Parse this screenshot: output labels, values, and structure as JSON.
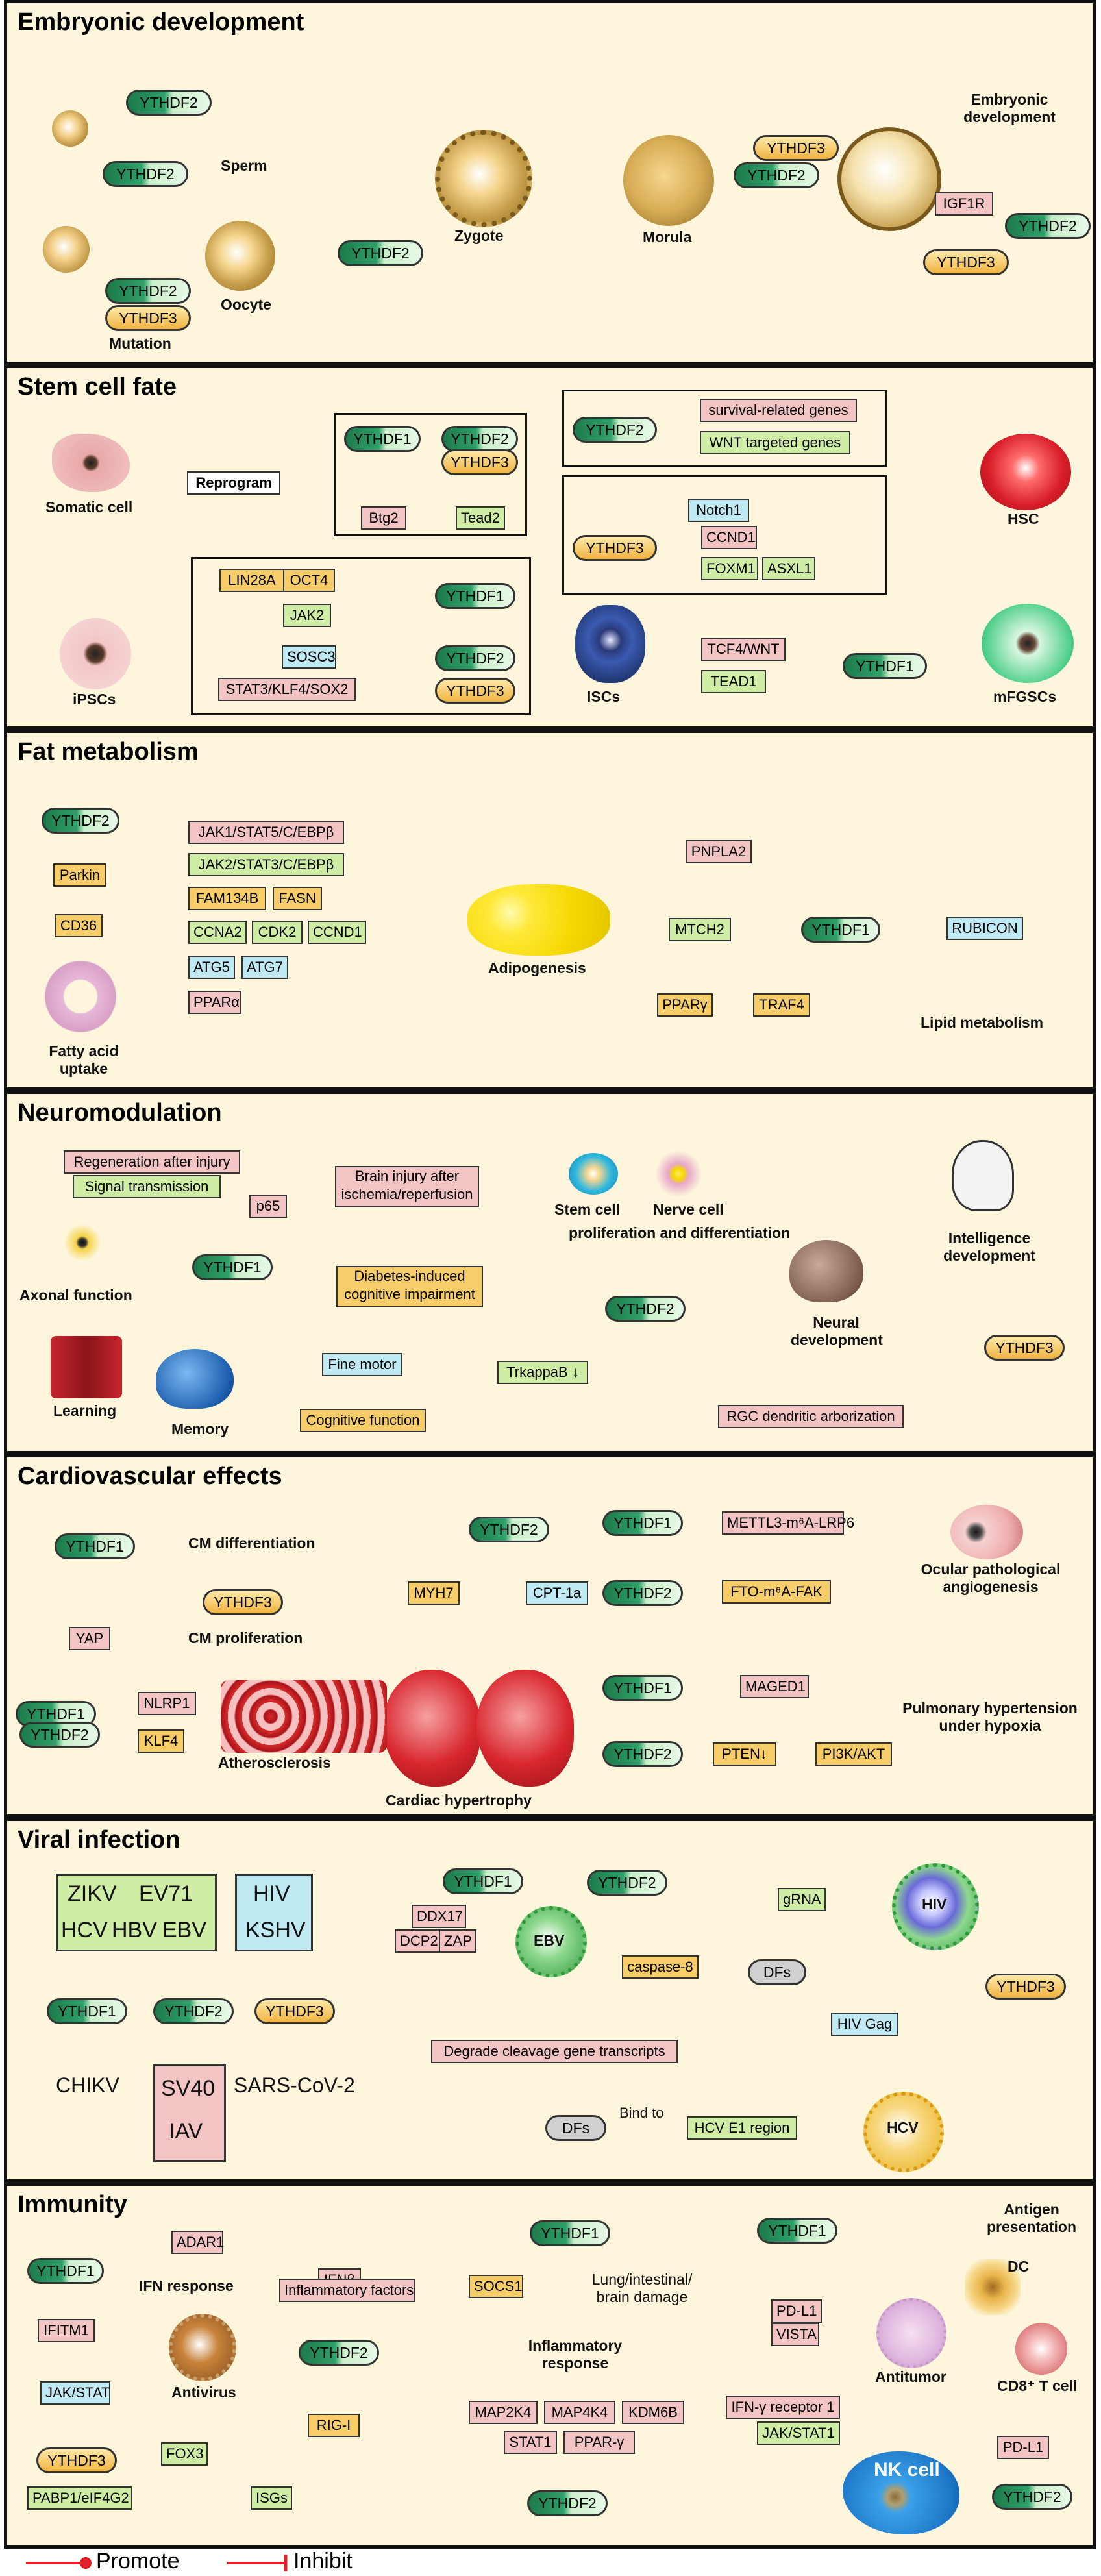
{
  "legend": {
    "promote": "Promote",
    "inhibit": "Inhibit"
  },
  "embryo": {
    "title": "Embryonic development",
    "ythdf2": "YTHDF2",
    "ythdf3": "YTHDF3",
    "sperm": "Sperm",
    "oocyte": "Oocyte",
    "mutation": "Mutation",
    "zygote": "Zygote",
    "morula": "Morula",
    "embryonic": "Embryonic development",
    "igf1r": "IGF1R"
  },
  "stem": {
    "title": "Stem cell fate",
    "somatic": "Somatic cell",
    "reprogram": "Reprogram",
    "ipscs": "iPSCs",
    "ythdf1": "YTHDF1",
    "ythdf2": "YTHDF2",
    "ythdf3": "YTHDF3",
    "btg2": "Btg2",
    "tead2": "Tead2",
    "lin28a": "LIN28A",
    "oct4": "OCT4",
    "jak2": "JAK2",
    "sosc3": "SOSC3",
    "stat3": "STAT3/KLF4/SOX2",
    "survival": "survival-related genes",
    "wnt": "WNT targeted genes",
    "notch1": "Notch1",
    "ccnd1": "CCND1",
    "foxm1": "FOXM1",
    "asxl1": "ASXL1",
    "hsc": "HSC",
    "iscs": "ISCs",
    "tcf4": "TCF4/WNT",
    "tead1": "TEAD1",
    "mfgscs": "mFGSCs"
  },
  "fat": {
    "title": "Fat metabolism",
    "ythdf2": "YTHDF2",
    "parkin": "Parkin",
    "cd36": "CD36",
    "fatty": "Fatty acid uptake",
    "jak1": "JAK1/STAT5/C/EBPβ",
    "jak2": "JAK2/STAT3/C/EBPβ",
    "fam134b": "FAM134B",
    "fasn": "FASN",
    "ccna2": "CCNA2",
    "cdk2": "CDK2",
    "ccnd1": "CCND1",
    "atg5": "ATG5",
    "atg7": "ATG7",
    "ppara": "PPARα",
    "adipo": "Adipogenesis",
    "pnpla2": "PNPLA2",
    "mtch2": "MTCH2",
    "ythdf1": "YTHDF1",
    "rubicon": "RUBICON",
    "pparg": "PPARγ",
    "traf4": "TRAF4",
    "lipid": "Lipid metabolism"
  },
  "neuro": {
    "title": "Neuromodulation",
    "regen": "Regeneration after injury",
    "signal": "Signal transmission",
    "p65": "p65",
    "brain": "Brain injury after ischemia/reperfusion",
    "stem": "Stem cell",
    "nerve": "Nerve cell",
    "prolif": "proliferation and differentiation",
    "intel": "Intelligence development",
    "axonal": "Axonal function",
    "ythdf1": "YTHDF1",
    "diabetes": "Diabetes-induced cognitive impairment",
    "ythdf2": "YTHDF2",
    "neural": "Neural development",
    "learning": "Learning",
    "memory": "Memory",
    "fine": "Fine motor",
    "trk": "TrkappaB ↓",
    "cog": "Cognitive function",
    "rgc": "RGC dendritic arborization",
    "ythdf3": "YTHDF3"
  },
  "cardio": {
    "title": "Cardiovascular effects",
    "ythdf1": "YTHDF1",
    "cmdiff": "CM differentiation",
    "ythdf3": "YTHDF3",
    "yap": "YAP",
    "cmprolif": "CM proliferation",
    "ythdf2": "YTHDF2",
    "myh7": "MYH7",
    "cpt": "CPT-1a",
    "nlrp1": "NLRP1",
    "klf4": "KLF4",
    "athero": "Atherosclerosis",
    "hyper": "Cardiac hypertrophy",
    "mettl3": "METTL3-m⁶A-LRP6",
    "fto": "FTO-m⁶A-FAK",
    "ocular": "Ocular pathological angiogenesis",
    "maged1": "MAGED1",
    "pten": "PTEN↓",
    "pi3k": "PI3K/AKT",
    "pulm": "Pulmonary hypertension under hypoxia"
  },
  "viral": {
    "title": "Viral infection",
    "zikv": "ZIKV",
    "ev71": "EV71",
    "hcv": "HCV",
    "hbv": "HBV",
    "ebv": "EBV",
    "hiv": "HIV",
    "kshv": "KSHV",
    "ythdf1": "YTHDF1",
    "ythdf2": "YTHDF2",
    "ythdf3": "YTHDF3",
    "chikv": "CHIKV",
    "sv40": "SV40",
    "iav": "IAV",
    "sars": "SARS-CoV-2",
    "ddx17": "DDX17",
    "dcp2": "DCP2",
    "zap": "ZAP",
    "ebvv": "EBV",
    "casp": "caspase-8",
    "degrade": "Degrade cleavage gene transcripts",
    "grna": "gRNA",
    "hivv": "HIV",
    "dfs": "DFs",
    "gag": "HIV Gag",
    "bind": "Bind to",
    "e1": "HCV E1 region",
    "hcvv": "HCV"
  },
  "immune": {
    "title": "Immunity",
    "ythdf1": "YTHDF1",
    "adar1": "ADAR1",
    "ifn": "IFN response",
    "ifitm1": "IFITM1",
    "ifnb": "IFNβ",
    "inflf": "Inflammatory factors",
    "ythdf2": "YTHDF2",
    "antivirus": "Antivirus",
    "jak": "JAK/STAT",
    "rigi": "RIG-I",
    "ythdf3": "YTHDF3",
    "fox3": "FOX3",
    "pabp": "PABP1/eIF4G2",
    "isgs": "ISGs",
    "socs1": "SOCS1",
    "lung": "Lung/intestinal/ brain damage",
    "inflresp": "Inflammatory response",
    "map2k4": "MAP2K4",
    "map4k4": "MAP4K4",
    "kdm6b": "KDM6B",
    "stat1": "STAT1",
    "pparg": "PPAR-γ",
    "antigen": "Antigen presentation",
    "dc": "DC",
    "pdl1": "PD-L1",
    "vista": "VISTA",
    "antitumor": "Antitumor",
    "cd8": "CD8⁺ T cell",
    "ifngr": "IFN-γ receptor 1",
    "jakstat1": "JAK/STAT1",
    "pdl1b": "PD-L1",
    "nk": "NK cell"
  },
  "colors": {
    "promote": "#e0212a",
    "panel": "#fdf6dc"
  }
}
